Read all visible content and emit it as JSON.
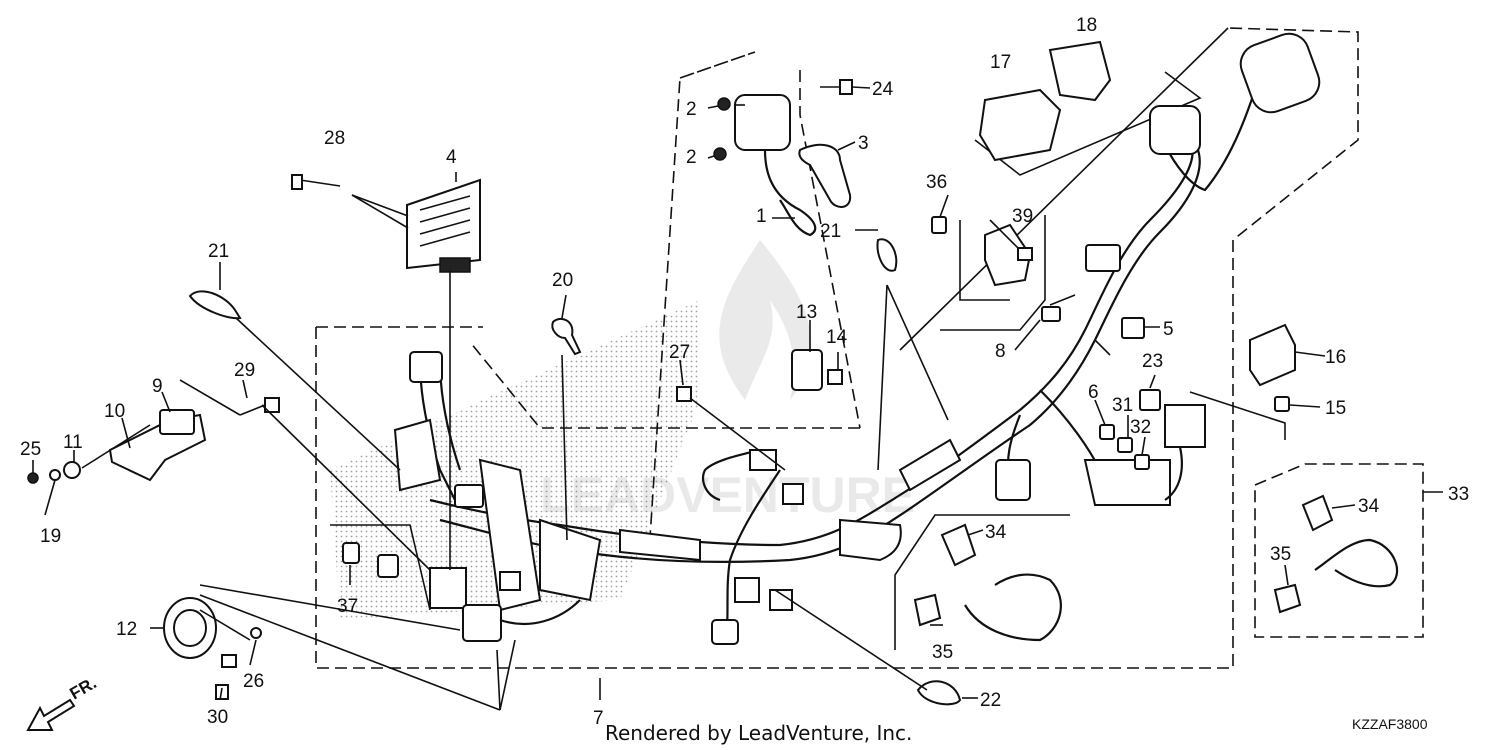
{
  "diagram": {
    "footer_text": "Rendered by LeadVenture, Inc.",
    "diagram_code": "KZZAF3800",
    "direction_label": "FR.",
    "watermark": "LEADVENTURE",
    "part_numbers": [
      "1",
      "2",
      "2",
      "3",
      "4",
      "5",
      "6",
      "7",
      "8",
      "9",
      "10",
      "11",
      "12",
      "13",
      "14",
      "15",
      "16",
      "17",
      "18",
      "19",
      "20",
      "21",
      "21",
      "22",
      "23",
      "24",
      "25",
      "26",
      "27",
      "28",
      "29",
      "30",
      "31",
      "32",
      "33",
      "34",
      "34",
      "35",
      "35",
      "36",
      "37",
      "39"
    ]
  }
}
